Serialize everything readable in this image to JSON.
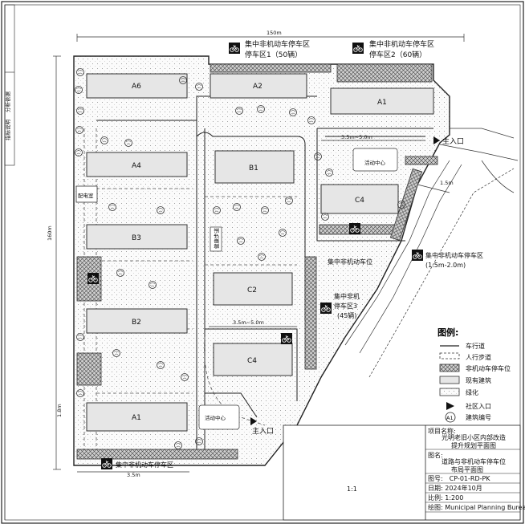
{
  "buildings": [
    {
      "id": "A6",
      "label": "A6"
    },
    {
      "id": "A2",
      "label": "A2"
    },
    {
      "id": "A1t",
      "label": "A1"
    },
    {
      "id": "A4",
      "label": "A4"
    },
    {
      "id": "B1",
      "label": "B1"
    },
    {
      "id": "C4t",
      "label": "C4"
    },
    {
      "id": "B3",
      "label": "B3"
    },
    {
      "id": "C2",
      "label": "C2"
    },
    {
      "id": "B2",
      "label": "B2"
    },
    {
      "id": "C4b",
      "label": "C4"
    },
    {
      "id": "A1b",
      "label": "A1"
    }
  ],
  "labels": {
    "parking1_title": "集中非机动车停车区",
    "parking1_sub": "停车区1（50辆）",
    "parking2_title": "集中非机动车停车区",
    "parking2_sub": "停车区2（60辆）",
    "parking3_line1": "集中非机",
    "parking3_line2": "停车区3",
    "parking3_line3": "(45辆)",
    "parking_east_title": "集中非机动车停车区",
    "parking_east_sub": "(1.5m-2.0m)",
    "parking_mid": "集中非机动车位",
    "parking_bottom": "集中非机动车停车区",
    "main_entrance_top": "主入口",
    "main_entrance_bottom": "主入口",
    "activity_top": "活动中心",
    "activity_bottom": "活动中心",
    "power_room": "配电室",
    "road_width_top": "3.5m~5.0m",
    "road_width_mid": "3.5m~5.0m",
    "dim_width": "150m",
    "dim_height": "160m",
    "dim_left_1": "1.8m",
    "dim_bottom_35": "3.5m",
    "dim_east_15": "1.5m",
    "side_note_1": "分析依据",
    "side_note_2": "指标说明",
    "path_label": "健康步道"
  },
  "legend": {
    "title": "图例:",
    "items": [
      {
        "key": "road",
        "label": "车行道"
      },
      {
        "key": "walk",
        "label": "人行步道"
      },
      {
        "key": "parking",
        "label": "非机动车停车位"
      },
      {
        "key": "existing",
        "label": "现有建筑"
      },
      {
        "key": "green",
        "label": "绿化"
      },
      {
        "key": "entrance",
        "label": "社区入口"
      },
      {
        "key": "number",
        "label": "建筑编号",
        "badge": "A1"
      }
    ]
  },
  "title_block": {
    "project_label": "项目名称:",
    "project_name_1": "光明老旧小区内部改造",
    "project_name_2": "提升规划平面图",
    "drawing_label": "图名:",
    "drawing_name_1": "道路与非机动车停车位",
    "drawing_name_2": "布局平面图",
    "number": "图号:　CP-01-RD-PK",
    "date": "日期: 2024年10月",
    "scale": "比例: 1:200",
    "drawer": "绘图: Municipal Planning Bureau",
    "scale_mark": "1:1"
  },
  "colors": {
    "line": "#222222",
    "building": "#e6e6e6",
    "paper": "#ffffff"
  }
}
